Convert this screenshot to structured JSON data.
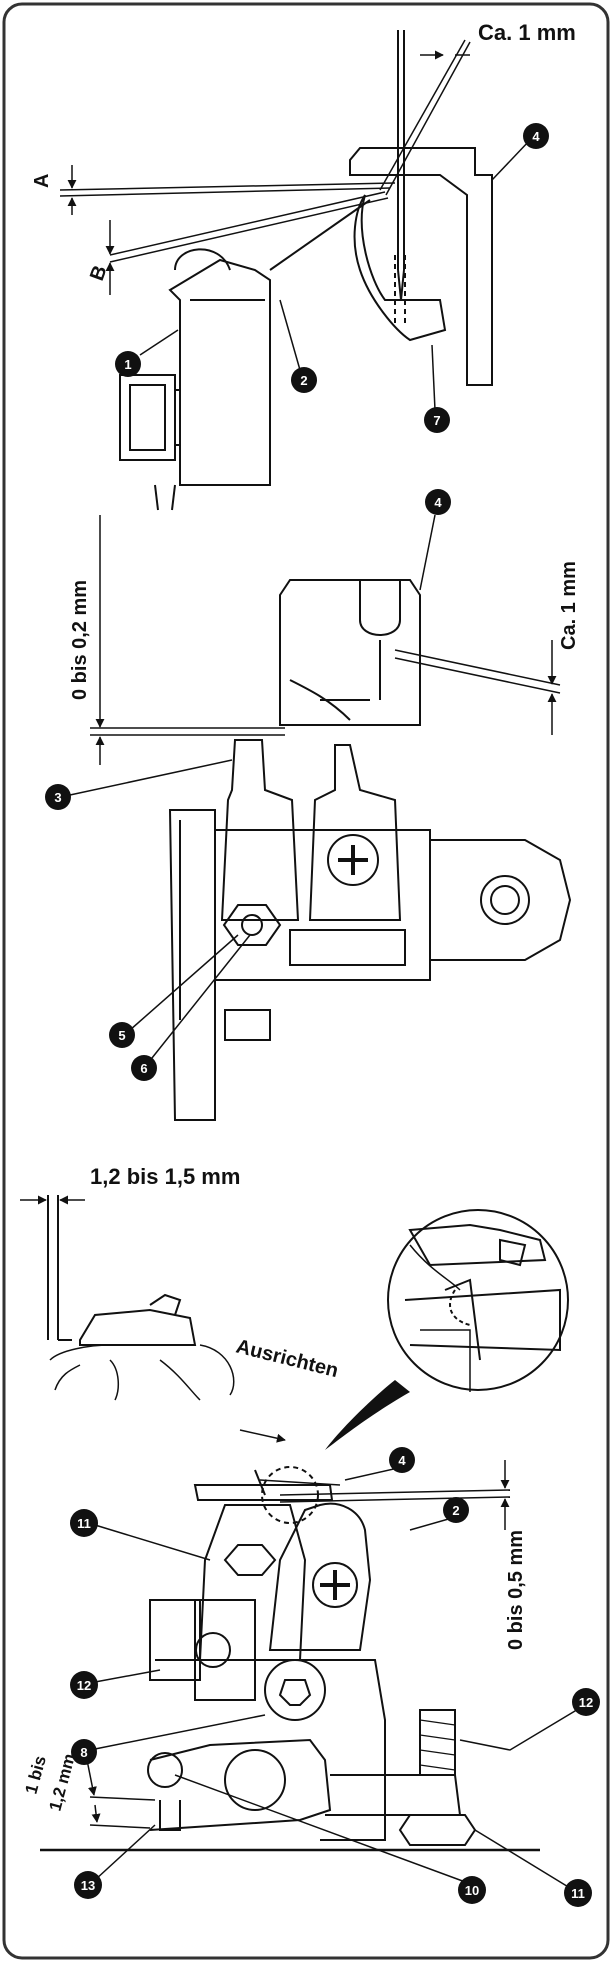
{
  "dimensions": {
    "needle_gap": "Ca. 1 mm",
    "label_a": "A",
    "label_b": "B",
    "vertical_gap": "0 bis 0,2 mm",
    "side_gap": "Ca. 1 mm",
    "horizontal_gap": "1,2 bis 1,5 mm",
    "align": "Ausrichten",
    "bottom_gap": "0 bis 0,5 mm",
    "small_gap_line1": "1 bis",
    "small_gap_line2": "1,2 mm"
  },
  "callouts": {
    "c1": "1",
    "c2": "2",
    "c3": "3",
    "c4": "4",
    "c5": "5",
    "c6": "6",
    "c7": "7",
    "c8": "8",
    "c10": "10",
    "c11": "11",
    "c12": "12",
    "c13": "13"
  },
  "colors": {
    "line": "#111111",
    "badge": "#111111",
    "frame": "#333333",
    "background": "#ffffff"
  }
}
